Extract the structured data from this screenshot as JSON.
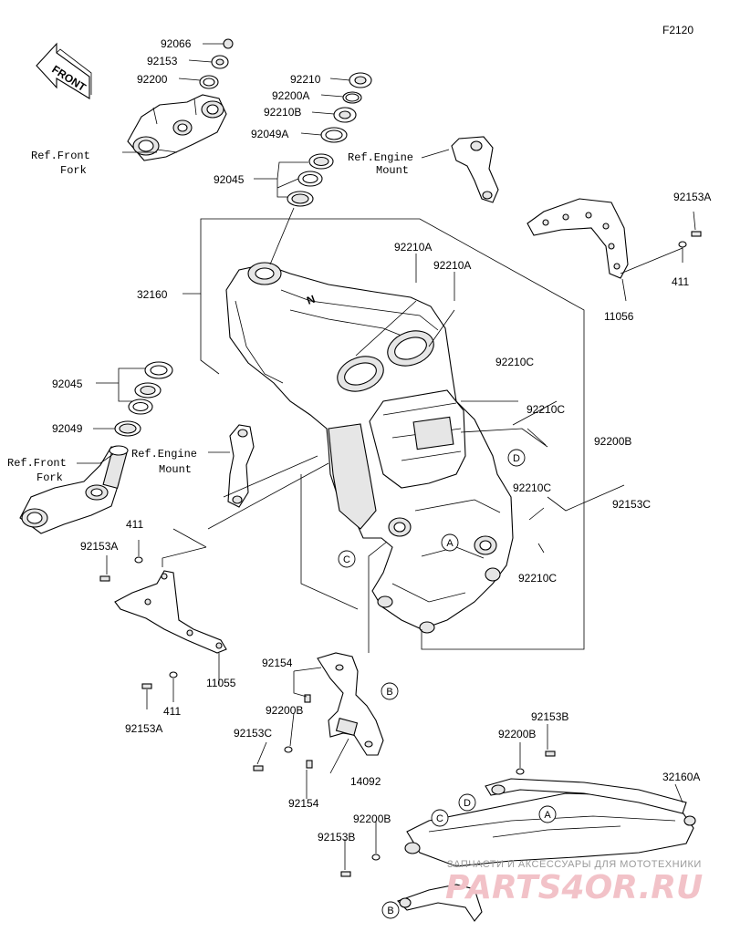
{
  "diagram_code": "F2120",
  "front_label": "FRONT",
  "parts": {
    "p92066": "92066",
    "p92153_top": "92153",
    "p92200_top": "92200",
    "p92210": "92210",
    "p92200A": "92200A",
    "p92210B": "92210B",
    "p92049A": "92049A",
    "p92045_top": "92045",
    "p32160": "32160",
    "p92210A_1": "92210A",
    "p92210A_2": "92210A",
    "p92153A_right": "92153A",
    "p411_right": "411",
    "p11056": "11056",
    "p92045_left": "92045",
    "p92049": "92049",
    "p92210C_1": "92210C",
    "p92210C_2": "92210C",
    "p92200B_right": "92200B",
    "p92153C_right": "92153C",
    "p92210C_3": "92210C",
    "p92210C_4": "92210C",
    "p411_left": "411",
    "p92153A_left": "92153A",
    "p11055": "11055",
    "p411_bottom": "411",
    "p92153A_bottom": "92153A",
    "p92154_top": "92154",
    "p92200B_mid": "92200B",
    "p92153C_mid": "92153C",
    "p14092": "14092",
    "p92154_bottom": "92154",
    "p92153B_right": "92153B",
    "p92200B_lower": "92200B",
    "p32160A": "32160A",
    "p92200B_bottom": "92200B",
    "p92153B_bottom": "92153B"
  },
  "refs": {
    "front_fork_top_1": "Ref.Front",
    "front_fork_top_2": "Fork",
    "engine_mount_top_1": "Ref.Engine",
    "engine_mount_top_2": "Mount",
    "front_fork_left_1": "Ref.Front",
    "front_fork_left_2": "Fork",
    "engine_mount_left_1": "Ref.Engine",
    "engine_mount_left_2": "Mount"
  },
  "callouts": {
    "A": "A",
    "B": "B",
    "C": "C",
    "D": "D"
  },
  "watermark": {
    "line1": "ЗАПЧАСТИ И АКСЕССУАРЫ ДЛЯ МОТОТЕХНИКИ",
    "line2": "PARTS4OR.RU"
  }
}
